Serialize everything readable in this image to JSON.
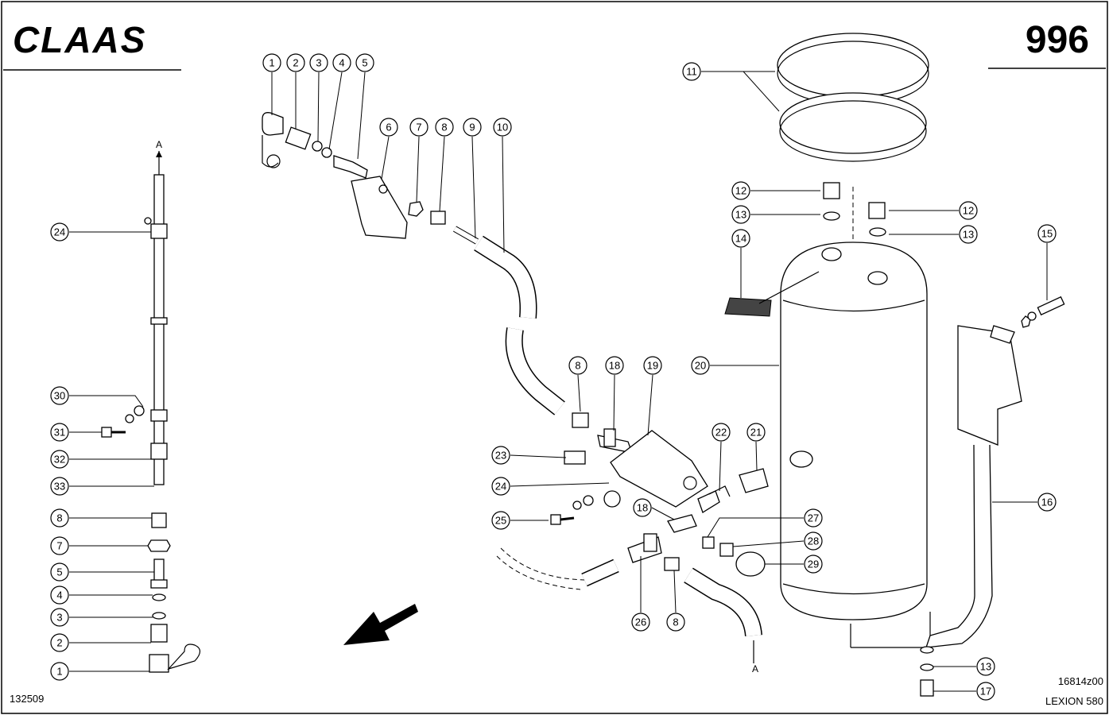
{
  "header": {
    "brand": "CLAAS",
    "page_number": "996"
  },
  "footer": {
    "drawing_id": "132509",
    "figure_code": "16814z00",
    "model": "LEXION 580"
  },
  "annotations": {
    "hose_end_top": "A",
    "hose_end_bottom": "A"
  },
  "callouts": [
    {
      "id": "c-1a",
      "n": "1"
    },
    {
      "id": "c-2a",
      "n": "2"
    },
    {
      "id": "c-3a",
      "n": "3"
    },
    {
      "id": "c-4a",
      "n": "4"
    },
    {
      "id": "c-5a",
      "n": "5"
    },
    {
      "id": "c-6",
      "n": "6"
    },
    {
      "id": "c-7a",
      "n": "7"
    },
    {
      "id": "c-8a",
      "n": "8"
    },
    {
      "id": "c-9",
      "n": "9"
    },
    {
      "id": "c-10",
      "n": "10"
    },
    {
      "id": "c-11",
      "n": "11"
    },
    {
      "id": "c-12a",
      "n": "12"
    },
    {
      "id": "c-13a",
      "n": "13"
    },
    {
      "id": "c-12b",
      "n": "12"
    },
    {
      "id": "c-13b",
      "n": "13"
    },
    {
      "id": "c-14",
      "n": "14"
    },
    {
      "id": "c-15",
      "n": "15"
    },
    {
      "id": "c-20",
      "n": "20"
    },
    {
      "id": "c-8b",
      "n": "8"
    },
    {
      "id": "c-18a",
      "n": "18"
    },
    {
      "id": "c-19",
      "n": "19"
    },
    {
      "id": "c-22",
      "n": "22"
    },
    {
      "id": "c-21",
      "n": "21"
    },
    {
      "id": "c-23",
      "n": "23"
    },
    {
      "id": "c-24b",
      "n": "24"
    },
    {
      "id": "c-25",
      "n": "25"
    },
    {
      "id": "c-18b",
      "n": "18"
    },
    {
      "id": "c-27",
      "n": "27"
    },
    {
      "id": "c-28",
      "n": "28"
    },
    {
      "id": "c-29",
      "n": "29"
    },
    {
      "id": "c-26",
      "n": "26"
    },
    {
      "id": "c-8c",
      "n": "8"
    },
    {
      "id": "c-16",
      "n": "16"
    },
    {
      "id": "c-13c",
      "n": "13"
    },
    {
      "id": "c-17",
      "n": "17"
    },
    {
      "id": "c-24a",
      "n": "24"
    },
    {
      "id": "c-30",
      "n": "30"
    },
    {
      "id": "c-31",
      "n": "31"
    },
    {
      "id": "c-32",
      "n": "32"
    },
    {
      "id": "c-33",
      "n": "33"
    },
    {
      "id": "c-8d",
      "n": "8"
    },
    {
      "id": "c-7b",
      "n": "7"
    },
    {
      "id": "c-5b",
      "n": "5"
    },
    {
      "id": "c-4b",
      "n": "4"
    },
    {
      "id": "c-3b",
      "n": "3"
    },
    {
      "id": "c-2b",
      "n": "2"
    },
    {
      "id": "c-1b",
      "n": "1"
    }
  ]
}
